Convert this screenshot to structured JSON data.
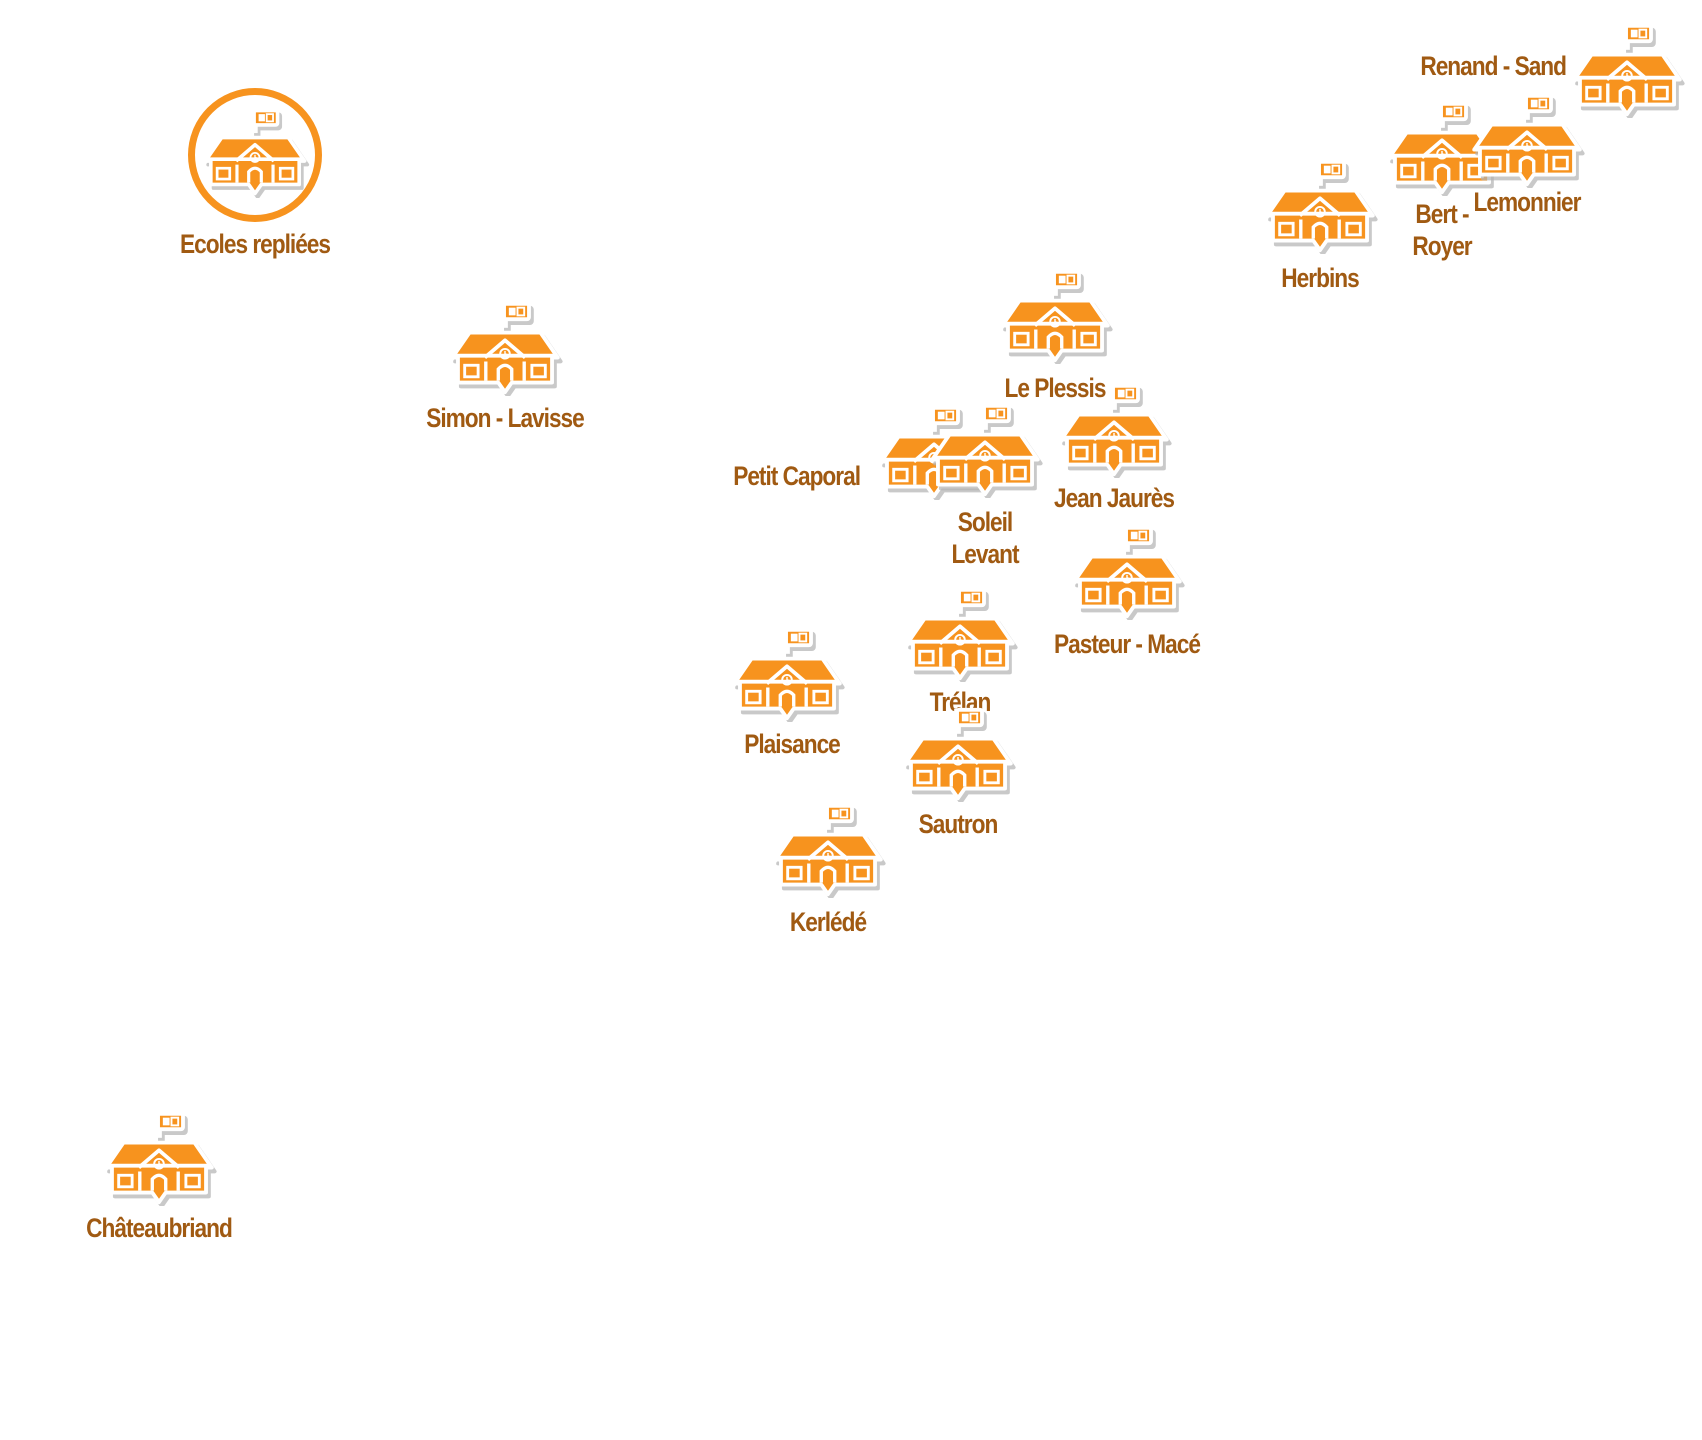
{
  "colors": {
    "icon_fill": "#f7931e",
    "icon_outline": "#ffffff",
    "icon_shadow": "#b3b3b3",
    "label_text": "#a05a12"
  },
  "icon": "school-building-icon",
  "folded_group": {
    "label": "Ecoles repliées"
  },
  "schools": [
    {
      "id": "renand-sand",
      "label": "Renand - Sand"
    },
    {
      "id": "bert-royer",
      "label_lines": [
        "Bert -",
        "Royer"
      ]
    },
    {
      "id": "lemonnier",
      "label": "Lemonnier"
    },
    {
      "id": "herbins",
      "label": "Herbins"
    },
    {
      "id": "le-plessis",
      "label": "Le Plessis"
    },
    {
      "id": "simon-lavisse",
      "label": "Simon - Lavisse"
    },
    {
      "id": "petit-caporal",
      "label": "Petit Caporal"
    },
    {
      "id": "soleil-levant",
      "label_lines": [
        "Soleil",
        "Levant"
      ]
    },
    {
      "id": "jean-jaures",
      "label": "Jean Jaurès"
    },
    {
      "id": "pasteur-mace",
      "label": "Pasteur - Macé"
    },
    {
      "id": "trelan",
      "label": "Trélan"
    },
    {
      "id": "plaisance",
      "label": "Plaisance"
    },
    {
      "id": "sautron",
      "label": "Sautron"
    },
    {
      "id": "kerlede",
      "label": "Kerlédé"
    },
    {
      "id": "chateaubriand",
      "label": "Châteaubriand"
    }
  ]
}
